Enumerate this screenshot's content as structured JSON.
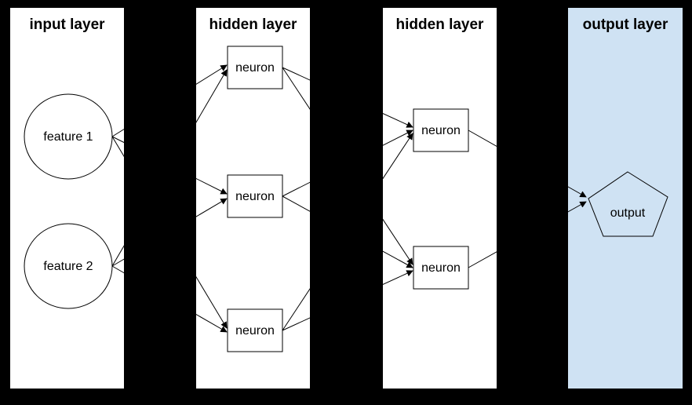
{
  "diagram_type": "neural-network-diagram",
  "colors": {
    "background": "#000000",
    "panel_fill": "#ffffff",
    "output_panel_fill": "#cfe2f3",
    "stroke": "#000000",
    "node_fill": "#ffffff",
    "text": "#000000"
  },
  "panels": [
    {
      "title": "input layer",
      "fill": "#ffffff"
    },
    {
      "title": "hidden layer",
      "fill": "#ffffff"
    },
    {
      "title": "hidden layer",
      "fill": "#ffffff"
    },
    {
      "title": "output layer",
      "fill": "#cfe2f3"
    }
  ],
  "nodes": {
    "feature1": {
      "label": "feature 1",
      "shape": "circle",
      "layer": "input layer"
    },
    "feature2": {
      "label": "feature 2",
      "shape": "circle",
      "layer": "input layer"
    },
    "h1n1": {
      "label": "neuron",
      "shape": "rectangle",
      "layer": "hidden layer 1"
    },
    "h1n2": {
      "label": "neuron",
      "shape": "rectangle",
      "layer": "hidden layer 1"
    },
    "h1n3": {
      "label": "neuron",
      "shape": "rectangle",
      "layer": "hidden layer 1"
    },
    "h2n1": {
      "label": "neuron",
      "shape": "rectangle",
      "layer": "hidden layer 2"
    },
    "h2n2": {
      "label": "neuron",
      "shape": "rectangle",
      "layer": "hidden layer 2"
    },
    "output": {
      "label": "output",
      "shape": "pentagon",
      "layer": "output layer"
    }
  },
  "edges": [
    {
      "from": "feature1",
      "to": "h1n1"
    },
    {
      "from": "feature1",
      "to": "h1n2"
    },
    {
      "from": "feature1",
      "to": "h1n3"
    },
    {
      "from": "feature2",
      "to": "h1n1"
    },
    {
      "from": "feature2",
      "to": "h1n2"
    },
    {
      "from": "feature2",
      "to": "h1n3"
    },
    {
      "from": "h1n1",
      "to": "h2n1"
    },
    {
      "from": "h1n1",
      "to": "h2n2"
    },
    {
      "from": "h1n2",
      "to": "h2n1"
    },
    {
      "from": "h1n2",
      "to": "h2n2"
    },
    {
      "from": "h1n3",
      "to": "h2n1"
    },
    {
      "from": "h1n3",
      "to": "h2n2"
    },
    {
      "from": "h2n1",
      "to": "output"
    },
    {
      "from": "h2n2",
      "to": "output"
    }
  ]
}
